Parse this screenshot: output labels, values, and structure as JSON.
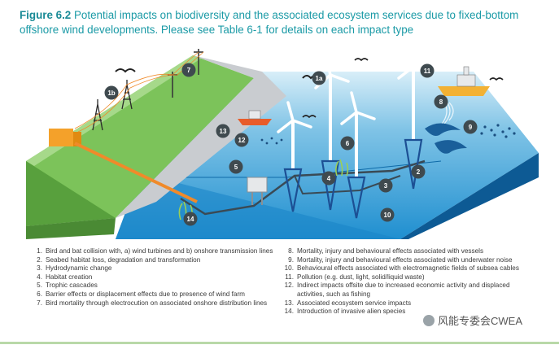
{
  "figure": {
    "label": "Figure 6.2",
    "title": "Potential impacts on biodiversity and the associated ecosystem services due to fixed-bottom offshore wind developments. Please see Table 6-1 for details on each impact type"
  },
  "markers": [
    "1a",
    "1b",
    "2",
    "3",
    "4",
    "5",
    "6",
    "7",
    "8",
    "9",
    "10",
    "11",
    "12",
    "13",
    "14"
  ],
  "legend_left": [
    {
      "num": "1.",
      "text": "Bird and bat collision with, a) wind turbines and b) onshore transmission lines"
    },
    {
      "num": "2.",
      "text": "Seabed habitat loss, degradation and transformation"
    },
    {
      "num": "3.",
      "text": "Hydrodynamic change"
    },
    {
      "num": "4.",
      "text": "Habitat creation"
    },
    {
      "num": "5.",
      "text": "Trophic cascades"
    },
    {
      "num": "6.",
      "text": "Barrier effects or displacement effects due to presence of wind farm"
    },
    {
      "num": "7.",
      "text": "Bird mortality through electrocution on associated onshore distribution lines"
    }
  ],
  "legend_right": [
    {
      "num": "8.",
      "text": "Mortality, injury and behavioural effects associated with vessels"
    },
    {
      "num": "9.",
      "text": "Mortality, injury and behavioural effects associated with underwater noise"
    },
    {
      "num": "10.",
      "text": "Behavioural effects associated with electromagnetic fields of subsea cables"
    },
    {
      "num": "11.",
      "text": "Pollution (e.g. dust, light, solid/liquid waste)"
    },
    {
      "num": "12.",
      "text": "Indirect impacts offsite due to increased economic activity and displaced activities, such as fishing"
    },
    {
      "num": "13.",
      "text": "Associated ecosystem service impacts"
    },
    {
      "num": "14.",
      "text": "Introduction of invasive alien species"
    }
  ],
  "watermark": "风能专委会CWEA",
  "colors": {
    "title": "#1a9aa6",
    "marker": "#3f4a4f",
    "sea": "#1a86c8",
    "land": "#7cc35a",
    "cliff": "#c9ccd0",
    "turbine": "#1c4f94"
  }
}
